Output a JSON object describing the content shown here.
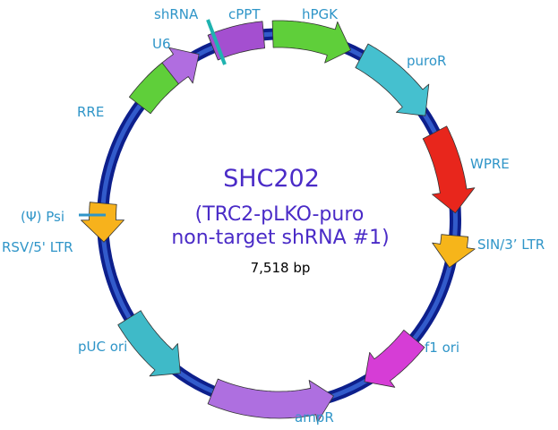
{
  "plasmid": {
    "name": "SHC202",
    "subtitle_line1": "(TRC2-pLKO-puro",
    "subtitle_line2": "non-target shRNA #1)",
    "size": "7,518 bp"
  },
  "colors": {
    "backbone_outer": "#0d1f8c",
    "backbone_inner": "#3a66d6",
    "label": "#2f95c8",
    "title": "#4a2bc7"
  },
  "features": [
    {
      "id": "u6",
      "label": "U6",
      "color": "#b06de0",
      "icon": "arrow-clockwise"
    },
    {
      "id": "cppt",
      "label": "cPPT",
      "color": "#a44fd0",
      "icon": "block"
    },
    {
      "id": "hpgk",
      "label": "hPGK",
      "color": "#5fcf3a",
      "icon": "arrow-clockwise"
    },
    {
      "id": "puror",
      "label": "puroR",
      "color": "#45c0cf",
      "icon": "arrow-clockwise"
    },
    {
      "id": "wpre",
      "label": "WPRE",
      "color": "#e8261c",
      "icon": "arrow-clockwise"
    },
    {
      "id": "sin3ltr",
      "label": "SIN/3’ LTR",
      "color": "#f6b51a",
      "icon": "arrow-clockwise"
    },
    {
      "id": "f1ori",
      "label": "f1 ori",
      "color": "#d63dd6",
      "icon": "arrow-counterclockwise"
    },
    {
      "id": "ampr",
      "label": "ampR",
      "color": "#ae6fe0",
      "icon": "arrow-counterclockwise"
    },
    {
      "id": "pucori",
      "label": "pUC ori",
      "color": "#3fbac8",
      "icon": "arrow-counterclockwise"
    },
    {
      "id": "rsv5ltr",
      "label": "RSV/5' LTR",
      "color": "#f7b21c",
      "icon": "arrow-counterclockwise"
    },
    {
      "id": "rre",
      "label": "RRE",
      "color": "#5fcf3a",
      "icon": "block"
    }
  ],
  "markers": [
    {
      "id": "shrna",
      "label": "shRNA",
      "color": "#1fb3b0"
    },
    {
      "id": "psi",
      "label": "(Ψ) Psi",
      "color": "#2f95c8"
    }
  ]
}
